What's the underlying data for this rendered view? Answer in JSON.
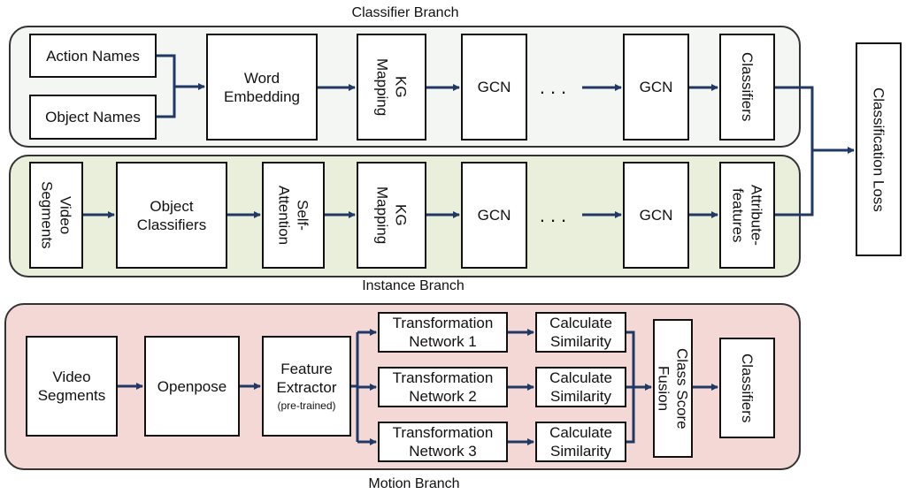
{
  "branches": {
    "classifier": "Classifier Branch",
    "instance": "Instance Branch",
    "motion": "Motion Branch"
  },
  "classifier_row": {
    "action_names": "Action Names",
    "object_names": "Object Names",
    "word_embedding": "Word\nEmbedding",
    "kg_mapping": "KG\nMapping",
    "gcn_1": "GCN",
    "dots": "...",
    "gcn_2": "GCN",
    "classifiers": "Classifiers"
  },
  "instance_row": {
    "video_segments": "Video\nSegments",
    "object_classifiers": "Object\nClassifiers",
    "self_attention": "Self-\nAttention",
    "kg_mapping": "KG\nMapping",
    "gcn_1": "GCN",
    "dots": "...",
    "gcn_2": "GCN",
    "attribute_features": "Attribute-\nfeatures"
  },
  "classification_loss": "Classification Loss",
  "motion_row": {
    "video_segments": "Video\nSegments",
    "openpose": "Openpose",
    "feature_extractor": "Feature\nExtractor",
    "feature_extractor_note": "(pre-trained)",
    "transformation_1": "Transformation\nNetwork 1",
    "transformation_2": "Transformation\nNetwork 2",
    "transformation_3": "Transformation\nNetwork 3",
    "calculate_similarity": "Calculate\nSimilarity",
    "class_score_fusion": "Class Score\nFusion",
    "classifiers": "Classifiers"
  },
  "colors": {
    "arrow": "#1f3864",
    "classifier_panel": "#f3f6f2",
    "instance_panel": "#e9efdb",
    "motion_panel": "#f3d8d6"
  }
}
